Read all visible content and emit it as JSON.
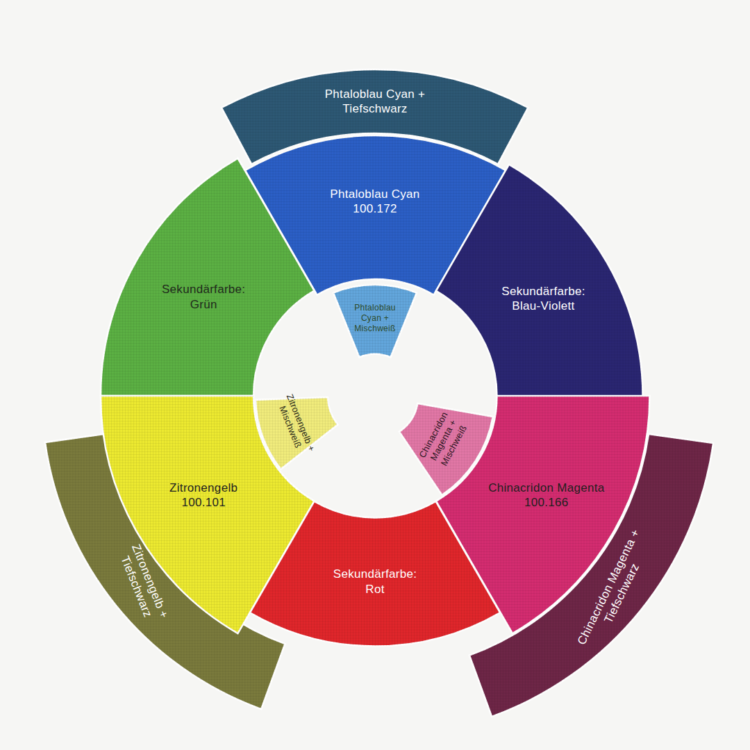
{
  "diagram": {
    "nodes": [
      {
        "text": [
          "Phtaloblau Cyan + Tiefschwarz"
        ]
      },
      {
        "text": [
          "Phtaloblau Cyan",
          "100.172"
        ]
      },
      {
        "text": [
          "Phtaloblau Cyan + Mischweiß"
        ]
      },
      {
        "text": [
          "Sekundärfarbe: Grün"
        ]
      },
      {
        "text": [
          "Sekundärfarbe: Blau-Violett"
        ]
      },
      {
        "text": [
          "Zitronengelb + Tiefschwarz"
        ]
      },
      {
        "text": [
          "Zitronengelb",
          "100.101"
        ]
      },
      {
        "text": [
          "Zitronengelb + Mischweiß"
        ]
      },
      {
        "text": [
          "Chinacridon Magenta + Mischweiß"
        ]
      },
      {
        "text": [
          "Chinacridon Magenta",
          "100.166"
        ]
      },
      {
        "text": [
          "Chinacridon Magenta + Tiefschwarz"
        ]
      },
      {
        "text": [
          "Sekundärfarbe: Rot"
        ]
      }
    ]
  }
}
